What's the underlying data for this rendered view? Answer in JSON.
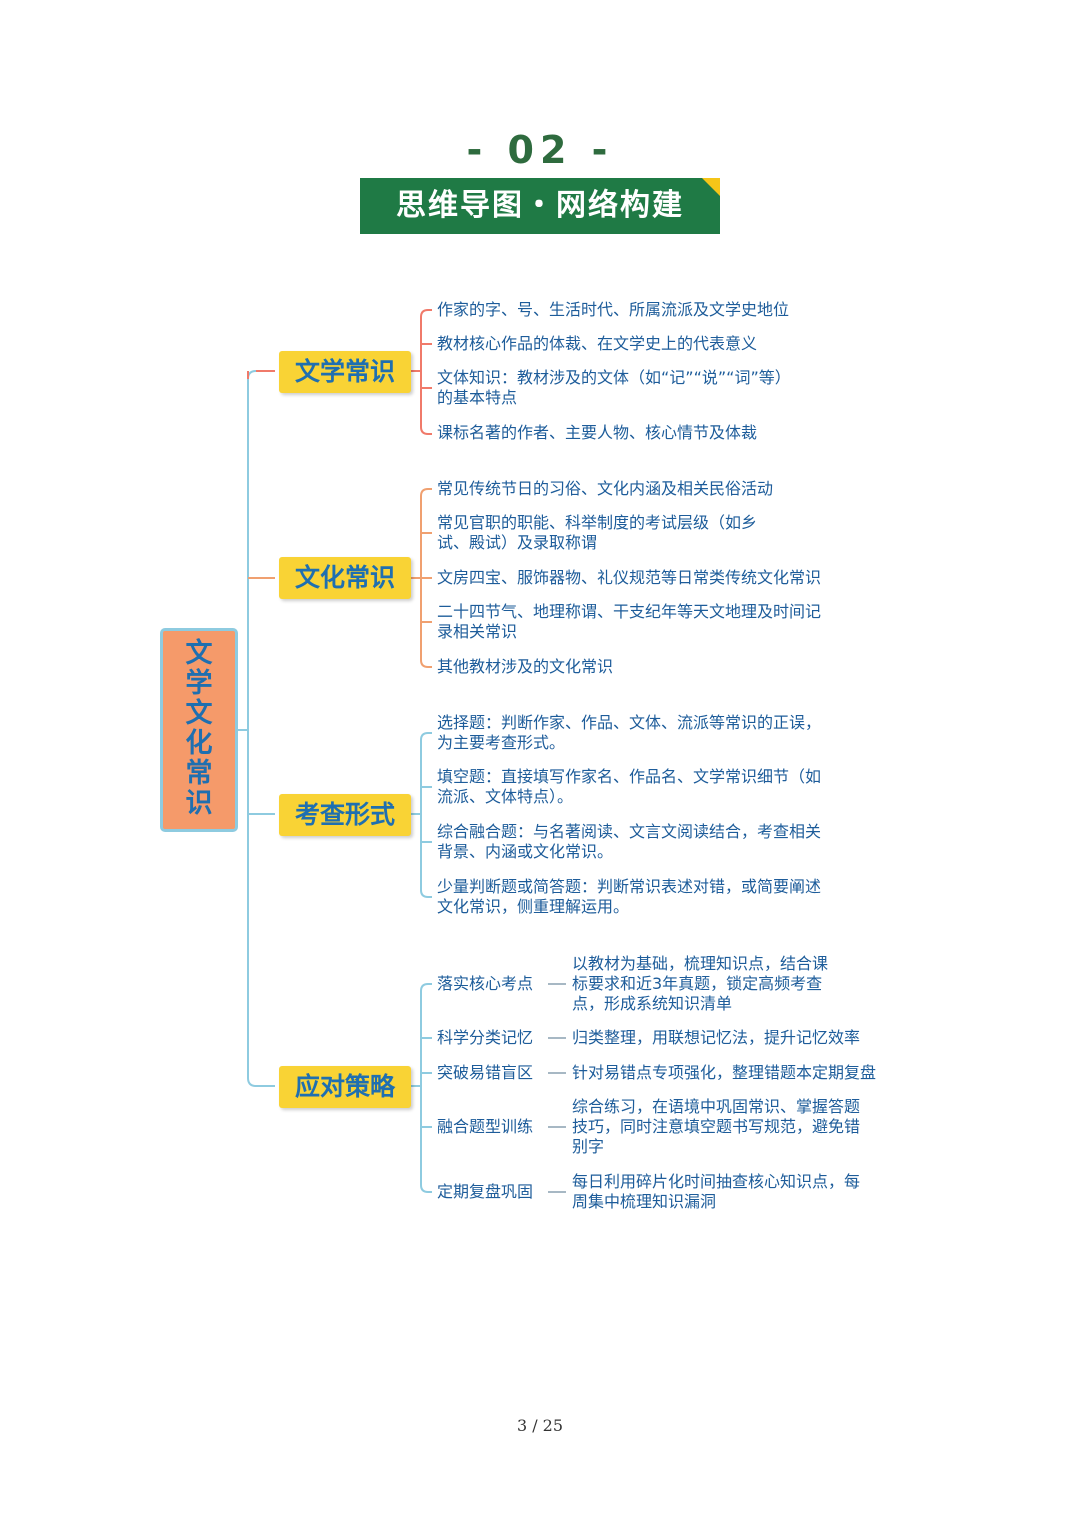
{
  "header": {
    "section_number": "- 02 -",
    "title": "思维导图・网络构建"
  },
  "root": {
    "label": "文学文化常识"
  },
  "branches": [
    {
      "label": "文学常识",
      "items": [
        "作家的字、号、生活时代、所属流派及文学史地位",
        "教材核心作品的体裁、在文学史上的代表意义",
        "文体知识：教材涉及的文体（如“记”“说”“词”等）\n的基本特点",
        "课标名著的作者、主要人物、核心情节及体裁"
      ]
    },
    {
      "label": "文化常识",
      "items": [
        "常见传统节日的习俗、文化内涵及相关民俗活动",
        "常见官职的职能、科举制度的考试层级（如乡\n试、殿试）及录取称谓",
        "文房四宝、服饰器物、礼仪规范等日常类传统文化常识",
        "二十四节气、地理称谓、干支纪年等天文地理及时间记\n录相关常识",
        "其他教材涉及的文化常识"
      ]
    },
    {
      "label": "考查形式",
      "items": [
        "选择题：判断作家、作品、文体、流派等常识的正误，\n为主要考查形式。",
        "填空题：直接填写作家名、作品名、文学常识细节（如\n流派、文体特点）。",
        "综合融合题：与名著阅读、文言文阅读结合，考查相关\n背景、内涵或文化常识。",
        "少量判断题或简答题：判断常识表述对错，或简要阐述\n文化常识，侧重理解运用。"
      ]
    },
    {
      "label": "应对策略",
      "strategies": [
        {
          "name": "落实核心考点",
          "detail": "以教材为基础，梳理知识点，结合课\n标要求和近3年真题，锁定高频考查\n点，形成系统知识清单"
        },
        {
          "name": "科学分类记忆",
          "detail": "归类整理，用联想记忆法，提升记忆效率"
        },
        {
          "name": "突破易错盲区",
          "detail": "针对易错点专项强化，整理错题本定期复盘"
        },
        {
          "name": "融合题型训练",
          "detail": "综合练习，在语境中巩固常识、掌握答题\n技巧，同时注意填空题书写规范，避免错\n别字"
        },
        {
          "name": "定期复盘巩固",
          "detail": "每日利用碎片化时间抽查核心知识点，每\n周集中梳理知识漏洞"
        }
      ]
    }
  ],
  "footer": {
    "page_number": "3 / 25"
  },
  "colors": {
    "title_banner": "#1f7a45",
    "category_fill": "#f9d335",
    "root_fill": "#f59a6a",
    "text_blue": "#1d5c9a",
    "trunk_line": "#8ecbe0",
    "branch_line": "#f07a6a"
  }
}
